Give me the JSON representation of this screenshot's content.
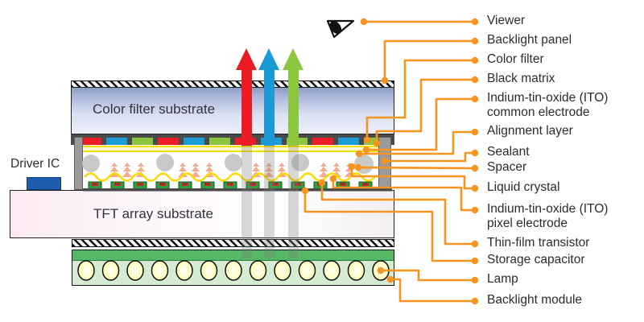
{
  "stack_labels": {
    "color_filter_substrate": "Color filter substrate",
    "tft_array_substrate": "TFT array substrate",
    "driver_ic": "Driver IC"
  },
  "labels": [
    {
      "text": "Viewer"
    },
    {
      "text": "Backlight panel"
    },
    {
      "text": "Color filter"
    },
    {
      "text": "Black matrix"
    },
    {
      "text": "Indium-tin-oxide (ITO)\n common electrode"
    },
    {
      "text": "Alignment layer"
    },
    {
      "text": "Sealant"
    },
    {
      "text": "Spacer"
    },
    {
      "text": "Liquid crystal"
    },
    {
      "text": "Indium-tin-oxide (ITO)\n pixel electrode"
    },
    {
      "text": "Thin-film transistor"
    },
    {
      "text": "Storage capacitor"
    },
    {
      "text": "Lamp"
    },
    {
      "text": "Backlight module"
    }
  ],
  "icons": {
    "viewer": "eye-icon"
  },
  "colors": {
    "leader_orange": "#F7941E",
    "filter_red": "#ED1C24",
    "filter_blue": "#1C9AD6",
    "filter_green": "#8CC63F",
    "substrate_blue": "#8C9CC6",
    "tft_substrate_pink": "#FBE9F2",
    "black_matrix": "#4A4A4A",
    "sealant_gray": "#9A9A9A",
    "ito_yellow": "#F5DF00",
    "liquid_crystal_salmon": "#F5A98F",
    "driver_ic_blue": "#1E5CAD",
    "backlight_green": "#55B865",
    "backlight_light_green": "#D5ECD3",
    "lamp_yellow": "#FFFFC4",
    "label_text": "#2C2C2C"
  }
}
